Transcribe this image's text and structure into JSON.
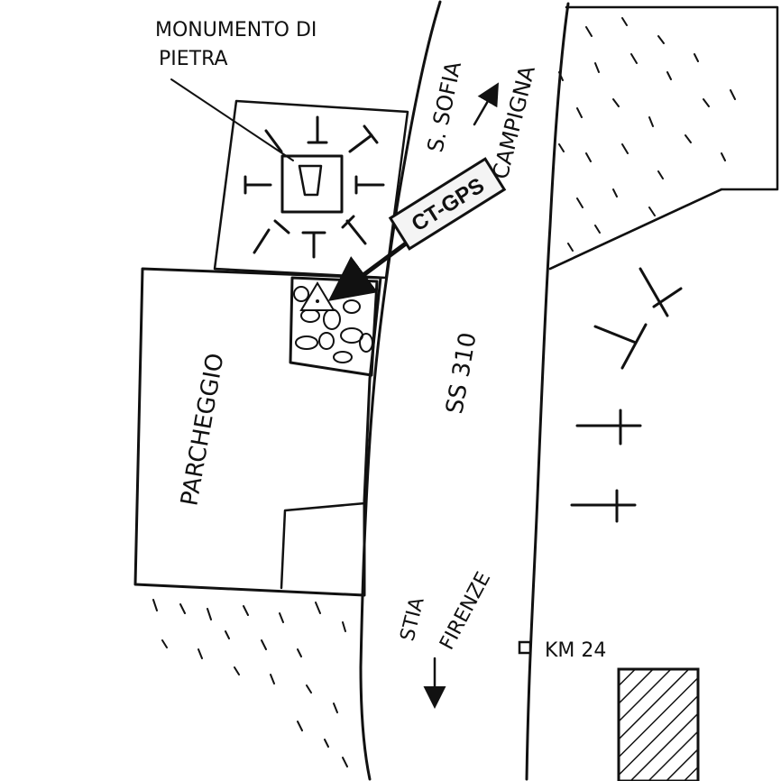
{
  "labels": {
    "monument_line1": "MONUMENTO DI",
    "monument_line2": "PIETRA",
    "road_s_sofia": "S. SOFIA",
    "road_campigna": "CAMPIGNA",
    "gps_badge": "CT-GPS",
    "road_ss310": "SS 310",
    "parking": "PARCHEGGIO",
    "stia": "STIA",
    "firenze": "FIRENZE",
    "km_marker": "KM 24"
  },
  "colors": {
    "ink": "#111111",
    "paper": "#ffffff",
    "badge_fill": "#f4f4f4"
  },
  "icons": {
    "gps_marker": "triangle-marker-icon",
    "km_post": "square-post-icon",
    "direction_arrows": "arrow-icon"
  }
}
